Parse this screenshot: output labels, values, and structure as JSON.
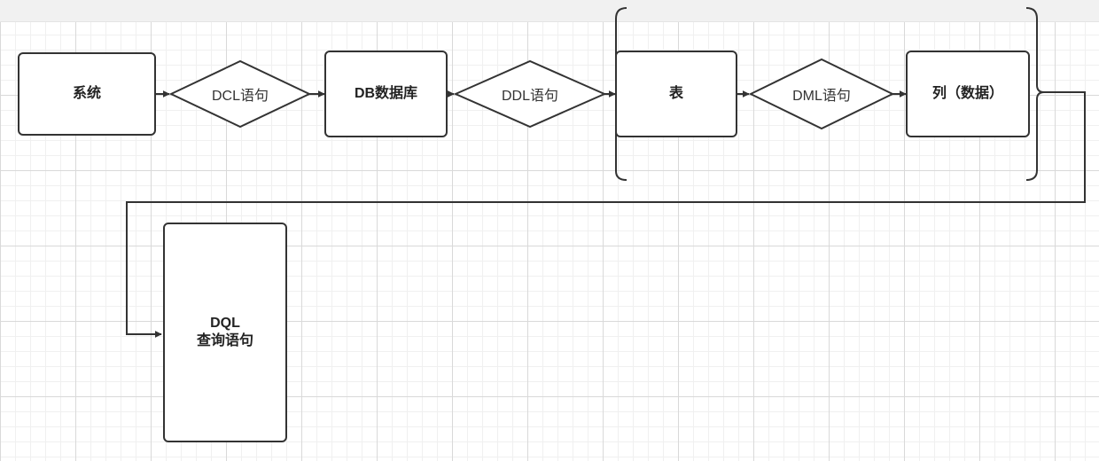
{
  "diagram": {
    "nodes": {
      "system": "系统",
      "db": "DB数据库",
      "table": "表",
      "column": "列（数据）",
      "dql_line1": "DQL",
      "dql_line2": "查询语句"
    },
    "decisions": {
      "dcl": "DCL语句",
      "ddl": "DDL语句",
      "dml": "DML语句"
    },
    "colors": {
      "stroke": "#333333",
      "grid": "#d9d9d9",
      "background": "#ffffff"
    }
  }
}
